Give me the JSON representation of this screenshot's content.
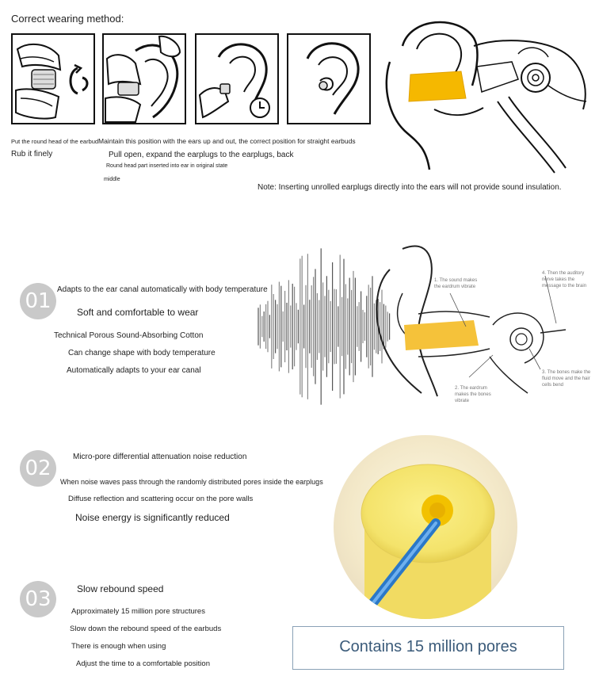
{
  "section_top": {
    "title": "Correct wearing method:",
    "captions": {
      "step1_line1": "Put the round head of the earbud",
      "step1_line2": "Rub it finely",
      "step2_line1": "Maintain this position with the ears up and out, the correct position for straight earbuds",
      "step2_line2": "Pull open, expand the earplugs to the earplugs, back",
      "step3_line1": "Round head part inserted into ear in original state",
      "step3_line2": "middle"
    },
    "note": "Note: Inserting unrolled earplugs directly into the ears will not provide sound insulation.",
    "earplug_color": "#f5b800"
  },
  "feature_01": {
    "number": "01",
    "heading": "Adapts to the ear canal automatically with body temperature",
    "subheading": "Soft and comfortable to wear",
    "lines": [
      "Technical Porous Sound-Absorbing Cotton",
      "Can change shape with body temperature",
      "Automatically adapts to your ear canal"
    ],
    "diagram_labels": {
      "sound": "1. The sound makes the eardrum vibrate",
      "nerve": "4. Then the auditory nerve takes the message to the brain",
      "eardrum": "2. The eardrum makes the bones vibrate",
      "bones": "3. The bones make the fluid move and the hair cells bend"
    }
  },
  "feature_02": {
    "number": "02",
    "heading": "Micro-pore differential attenuation noise reduction",
    "lines": [
      "When noise waves pass through the randomly distributed pores inside the earplugs",
      "Diffuse reflection and scattering occur on the pore walls",
      "Noise energy is significantly reduced"
    ]
  },
  "feature_03": {
    "number": "03",
    "heading": "Slow rebound speed",
    "lines": [
      "Approximately 15 million pore structures",
      "Slow down the rebound speed of the earbuds",
      "There is enough when using",
      "Adjust the time to a comfortable position"
    ],
    "badge": "Contains 15 million pores",
    "badge_color": "#3b5b7a"
  }
}
